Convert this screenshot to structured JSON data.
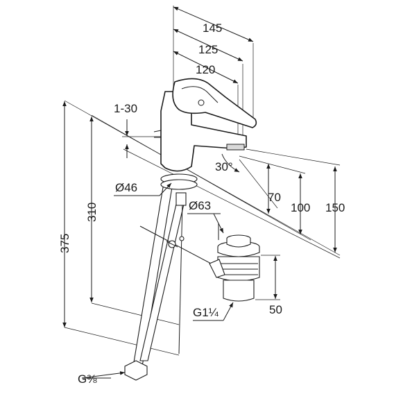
{
  "dimensions": {
    "d145": "145",
    "d125": "125",
    "d120": "120",
    "d1_30": "1-30",
    "d30deg": "30°",
    "d70": "70",
    "d100": "100",
    "d150": "150",
    "d310": "310",
    "d375": "375",
    "d46": "Ø46",
    "d63": "Ø63",
    "d50": "50",
    "g114": "G1¼",
    "g38": "G⅜"
  },
  "colors": {
    "line": "#1a1a1a",
    "shade": "#d9d9d9",
    "background": "#ffffff"
  }
}
